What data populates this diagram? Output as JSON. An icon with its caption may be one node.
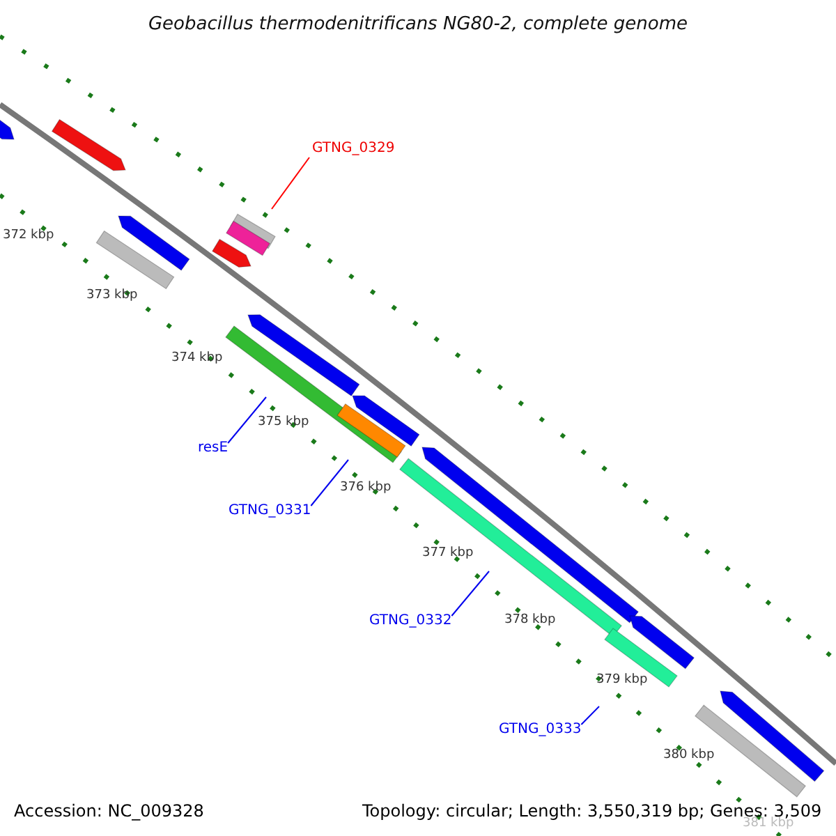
{
  "diagram": {
    "title": "Geobacillus thermodenitrificans NG80-2, complete genome",
    "nodes": [
      {
        "text": [
          "GTNG_0329"
        ]
      },
      {
        "text": [
          "resE"
        ]
      },
      {
        "text": [
          "GTNG_0331"
        ]
      },
      {
        "text": [
          "GTNG_0332"
        ]
      },
      {
        "text": [
          "GTNG_0333"
        ]
      }
    ],
    "edges": [
      {
        "from": 0,
        "to": null,
        "arrow": "none",
        "color": "#ff0000"
      },
      {
        "from": 1,
        "to": null,
        "arrow": "none"
      },
      {
        "from": 2,
        "to": null,
        "arrow": "none"
      },
      {
        "from": 3,
        "to": null,
        "arrow": "none"
      },
      {
        "from": 4,
        "to": null,
        "arrow": "none"
      }
    ],
    "labels": [
      "372 kbp",
      "373 kbp",
      "374 kbp",
      "375 kbp",
      "376 kbp",
      "377 kbp",
      "378 kbp",
      "379 kbp",
      "380 kbp",
      "381 kbp",
      "Accession: NC_009328",
      "Topology: circular; Length: 3,550,319 bp; Genes: 3,509"
    ]
  }
}
